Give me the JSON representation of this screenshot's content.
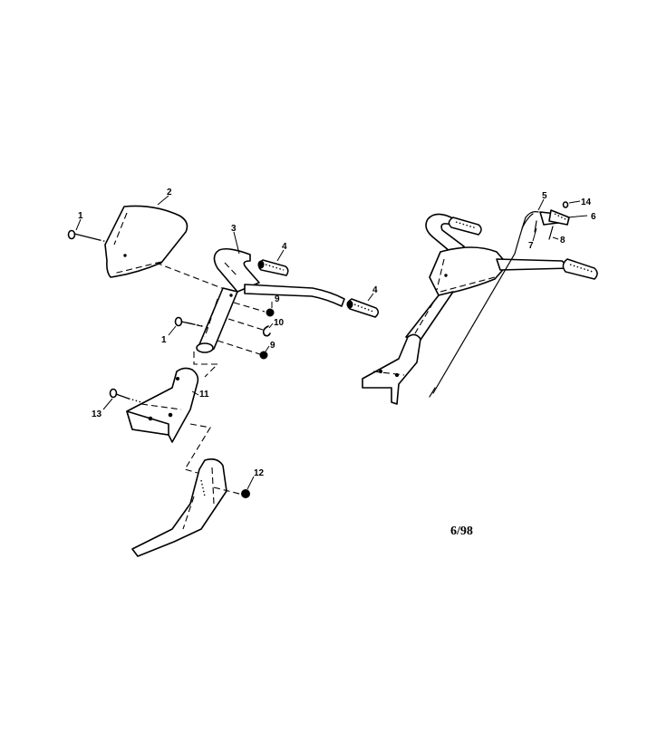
{
  "callouts": [
    "1",
    "2",
    "3",
    "4",
    "4",
    "9",
    "10",
    "1",
    "9",
    "11",
    "13",
    "12",
    "5",
    "14",
    "6",
    "7",
    "8"
  ],
  "date_code": "6/98"
}
